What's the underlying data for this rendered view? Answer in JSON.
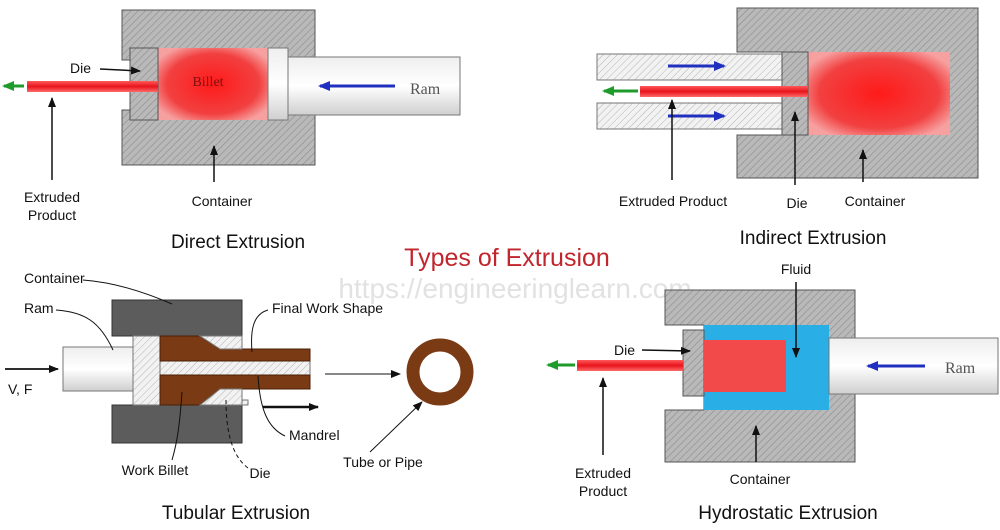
{
  "title": "Types of Extrusion",
  "watermark": "https://engineeringlearn.com",
  "colors": {
    "title": "#c0262c",
    "hatch_gray": "#bdbdbd",
    "billet_red": "#ec1c24",
    "fluid_blue": "#29aee6",
    "ram_gray": "#dcdcdc",
    "tubular_brown": "#7a3a14",
    "arrow_blue": "#1f2fbf",
    "arrow_green": "#1f9b2c"
  },
  "direct": {
    "title": "Direct Extrusion",
    "die": "Die",
    "billet": "Billet",
    "ram": "Ram",
    "product_line1": "Extruded",
    "product_line2": "Product",
    "container": "Container"
  },
  "indirect": {
    "title": "Indirect Extrusion",
    "product": "Extruded Product",
    "die": "Die",
    "container": "Container"
  },
  "tubular": {
    "title": "Tubular Extrusion",
    "container": "Container",
    "ram": "Ram",
    "force": "V, F",
    "final_shape": "Final Work Shape",
    "mandrel": "Mandrel",
    "work_billet": "Work Billet",
    "die": "Die",
    "tube": "Tube or Pipe"
  },
  "hydrostatic": {
    "title": "Hydrostatic Extrusion",
    "fluid": "Fluid",
    "die": "Die",
    "ram": "Ram",
    "product_line1": "Extruded",
    "product_line2": "Product",
    "container": "Container"
  }
}
